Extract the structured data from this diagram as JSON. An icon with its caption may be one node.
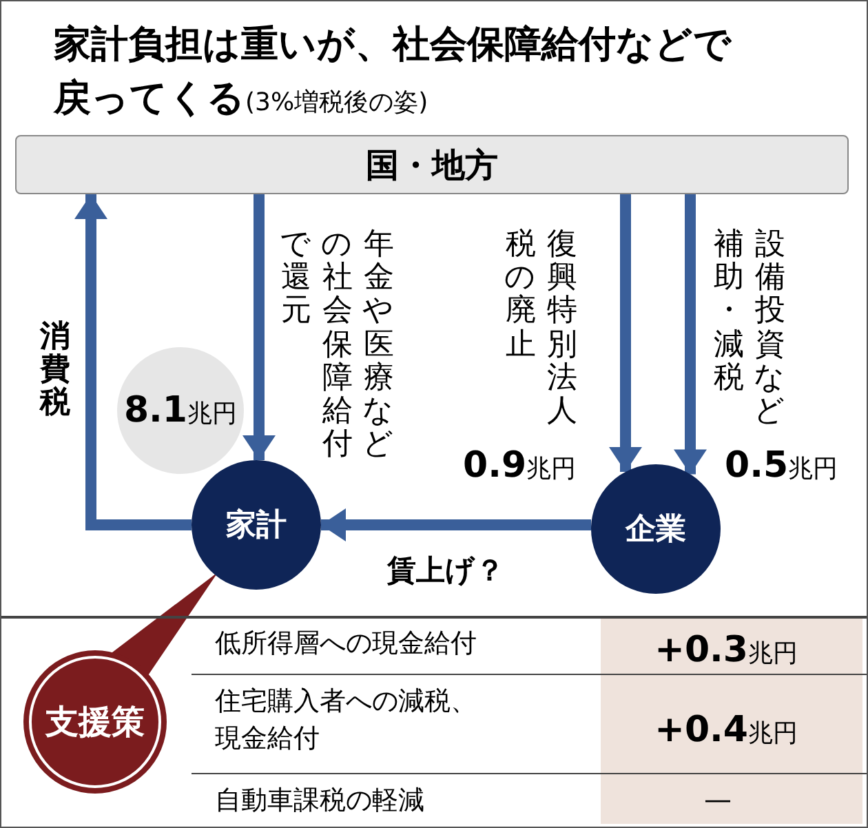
{
  "diagram": {
    "title": "家計負担は重いが、社会保障給付などで戻ってくる",
    "nodes": [
      {
        "text": [
          "国・地方"
        ]
      },
      {
        "text": [
          "家計"
        ]
      },
      {
        "text": [
          "企業"
        ]
      },
      {
        "text": [
          "**8.1**兆円"
        ]
      },
      {
        "text": [
          "支援策"
        ]
      }
    ],
    "edges": [
      {
        "from": 1,
        "to": 0,
        "arrow": "to",
        "label": "消費税"
      },
      {
        "from": 0,
        "to": 1,
        "arrow": "to",
        "label": "年金や医療などの社会保障給付で還元"
      },
      {
        "from": 0,
        "to": 2,
        "arrow": "to",
        "label": "復興特別法人税の廃止"
      },
      {
        "from": 0,
        "to": 2,
        "arrow": "to",
        "label": "設備投資など補助・減税"
      },
      {
        "from": 2,
        "to": 1,
        "arrow": "to",
        "label": "賃上げ？"
      },
      {
        "from": 4,
        "to": 1,
        "arrow": "none",
        "color": "#7b1c1e"
      }
    ],
    "labels": [
      "(3%増税後の姿)",
      "**0.9**兆円",
      "**0.5**兆円",
      "低所得層への現金給付",
      "**+0.3**兆円",
      "住宅購入者への減税、現金給付",
      "**+0.4**兆円",
      "自動車課税の軽減",
      "—"
    ]
  }
}
